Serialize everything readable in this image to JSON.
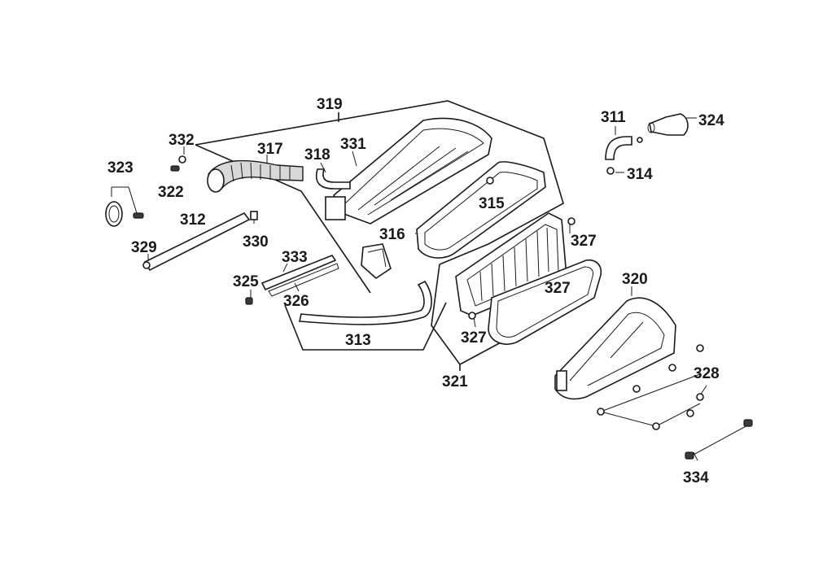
{
  "callouts": [
    {
      "id": "319",
      "text": "319"
    },
    {
      "id": "311",
      "text": "311"
    },
    {
      "id": "324",
      "text": "324"
    },
    {
      "id": "314",
      "text": "314"
    },
    {
      "id": "332",
      "text": "332"
    },
    {
      "id": "317",
      "text": "317"
    },
    {
      "id": "318",
      "text": "318"
    },
    {
      "id": "331",
      "text": "331"
    },
    {
      "id": "323",
      "text": "323"
    },
    {
      "id": "322",
      "text": "322"
    },
    {
      "id": "315",
      "text": "315"
    },
    {
      "id": "312",
      "text": "312"
    },
    {
      "id": "330",
      "text": "330"
    },
    {
      "id": "316",
      "text": "316"
    },
    {
      "id": "327a",
      "text": "327"
    },
    {
      "id": "329",
      "text": "329"
    },
    {
      "id": "333",
      "text": "333"
    },
    {
      "id": "325",
      "text": "325"
    },
    {
      "id": "326",
      "text": "326"
    },
    {
      "id": "320",
      "text": "320"
    },
    {
      "id": "327b",
      "text": "327"
    },
    {
      "id": "313",
      "text": "313"
    },
    {
      "id": "327c",
      "text": "327"
    },
    {
      "id": "328",
      "text": "328"
    },
    {
      "id": "321",
      "text": "321"
    },
    {
      "id": "334",
      "text": "334"
    }
  ]
}
